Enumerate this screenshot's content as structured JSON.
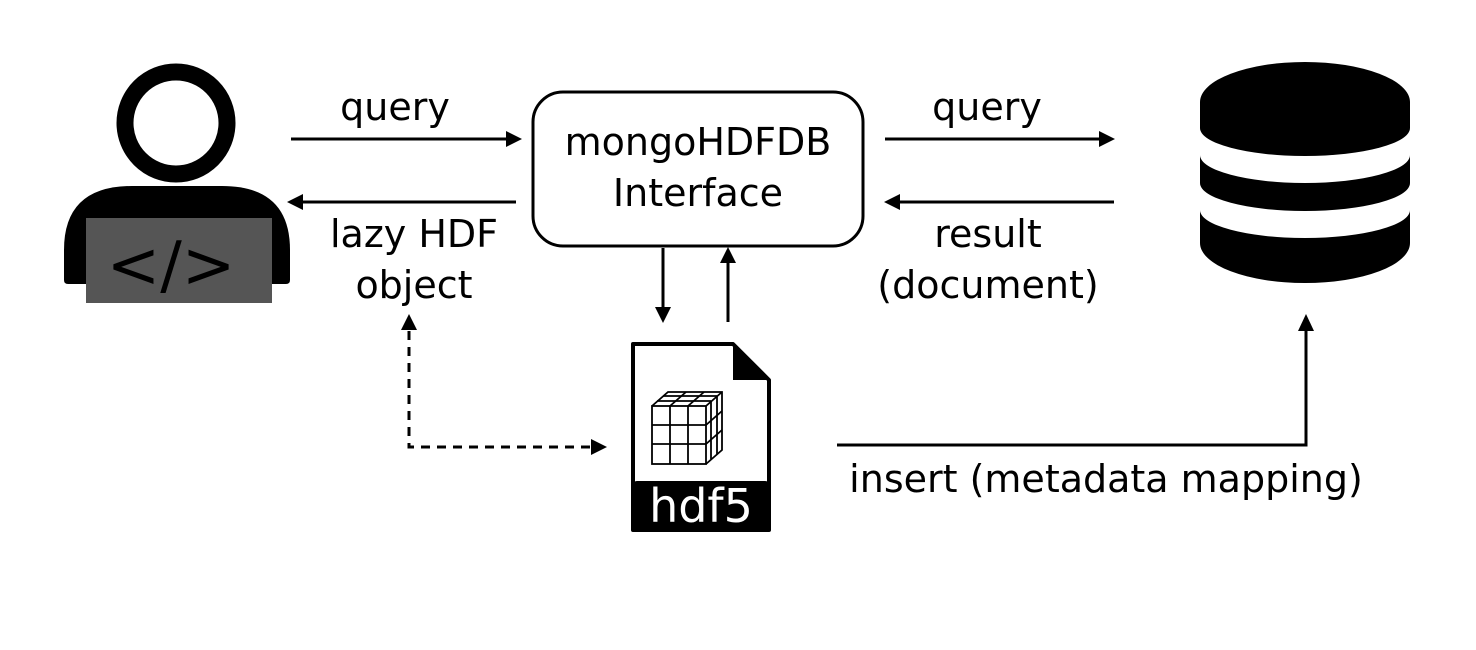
{
  "labels": {
    "query_left": "query",
    "query_right": "query",
    "interface_line1": "mongoHDFDB",
    "interface_line2": "Interface",
    "lazy_line1": "lazy HDF",
    "lazy_line2": "object",
    "result_line1": "result",
    "result_line2": "(document)",
    "insert": "insert (metadata mapping)",
    "hdf5": "hdf5",
    "code": "</>"
  },
  "icons": {
    "user": "developer-laptop-icon",
    "database": "database-icon",
    "file": "hdf5-file-icon"
  },
  "colors": {
    "stroke": "#000000",
    "laptop": "#555555",
    "background": "#ffffff"
  }
}
